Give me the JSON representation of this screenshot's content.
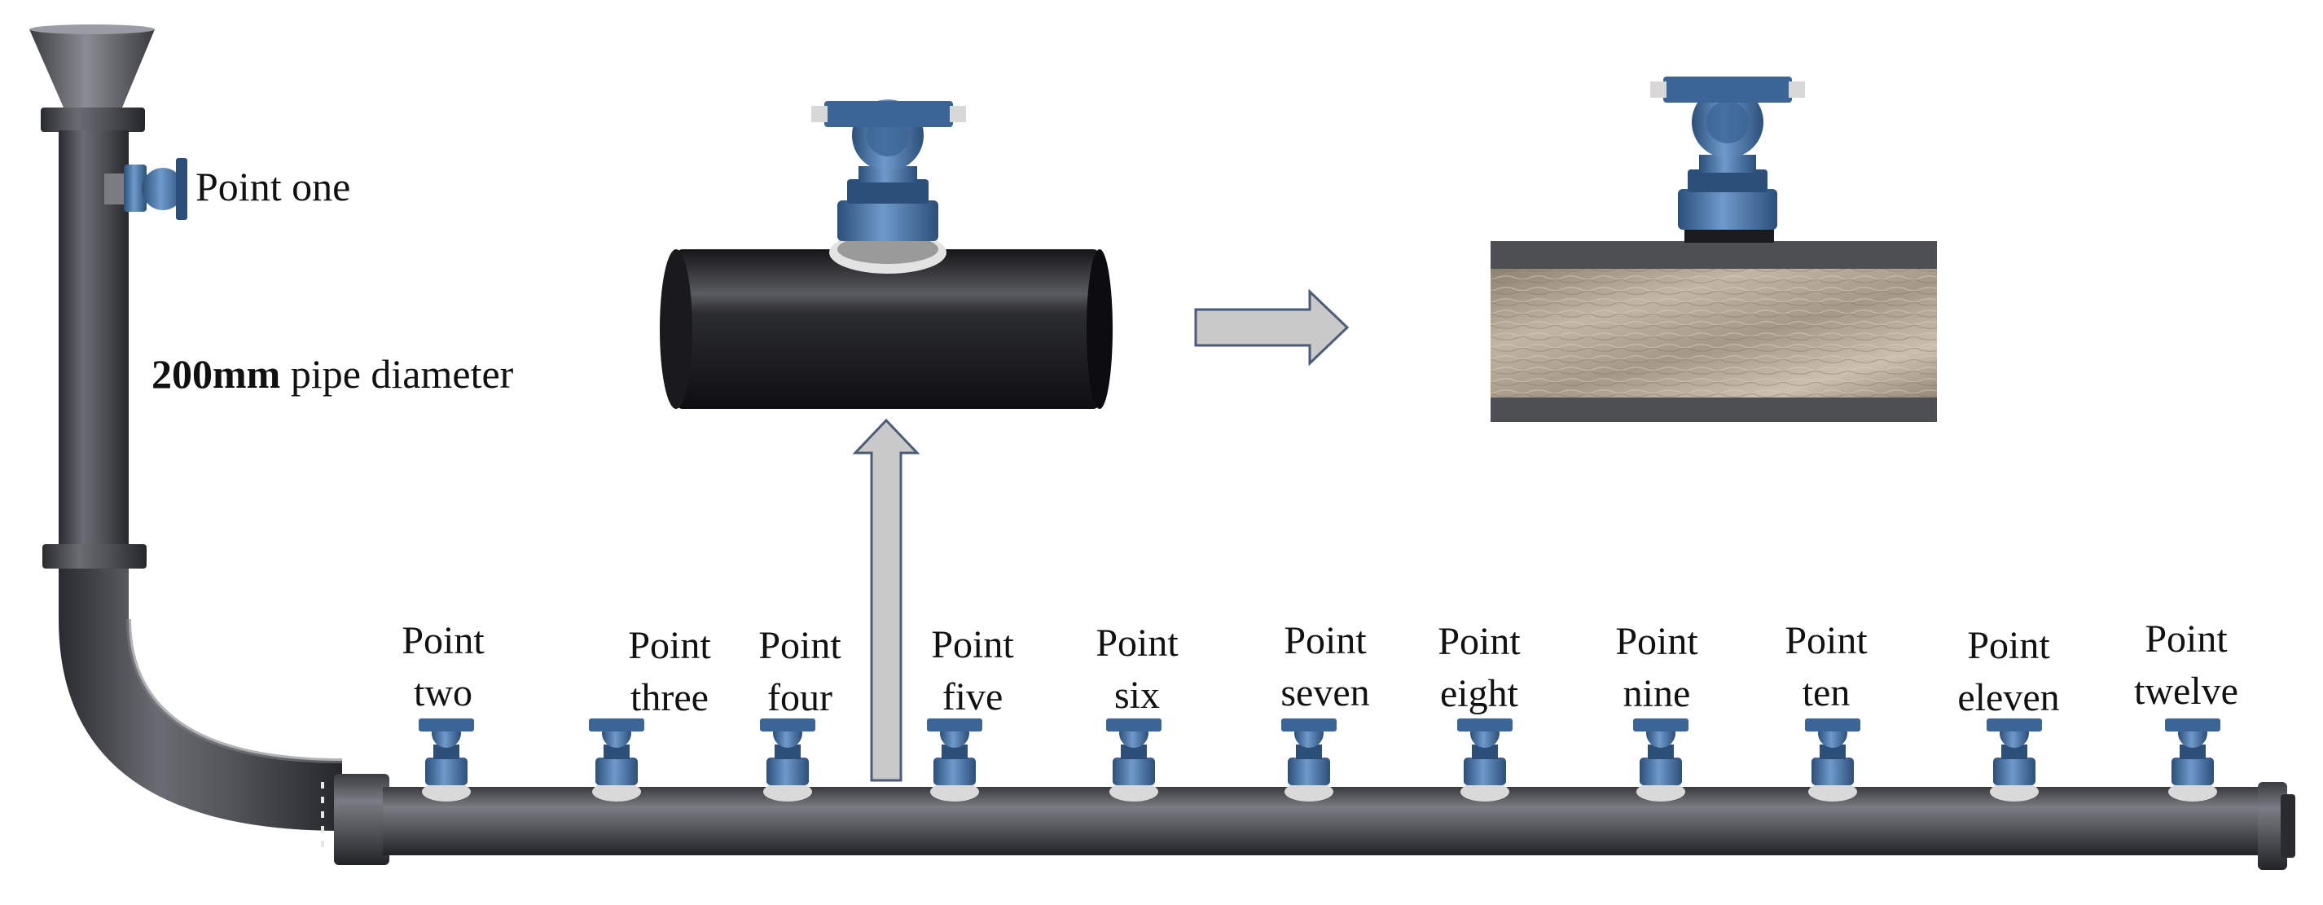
{
  "labels": {
    "point_one": "Point one",
    "diameter_value": "200mm",
    "diameter_text": " pipe diameter"
  },
  "points": [
    {
      "line1": "Point",
      "line2": "two"
    },
    {
      "line1": "Point",
      "line2": "three"
    },
    {
      "line1": "Point",
      "line2": "four"
    },
    {
      "line1": "Point",
      "line2": "five"
    },
    {
      "line1": "Point",
      "line2": "six"
    },
    {
      "line1": "Point",
      "line2": "seven"
    },
    {
      "line1": "Point",
      "line2": "eight"
    },
    {
      "line1": "Point",
      "line2": "nine"
    },
    {
      "line1": "Point",
      "line2": "ten"
    },
    {
      "line1": "Point",
      "line2": "eleven"
    },
    {
      "line1": "Point",
      "line2": "twelve"
    }
  ],
  "colors": {
    "pipe": "#55575e",
    "pipe_dark": "#2c2d31",
    "sensor_blue": "#4a78ad",
    "sensor_dark": "#2c4f7a",
    "arrow_fill": "#c9c9c9",
    "arrow_stroke": "#4b5b7a",
    "sand": "#b3a594"
  }
}
